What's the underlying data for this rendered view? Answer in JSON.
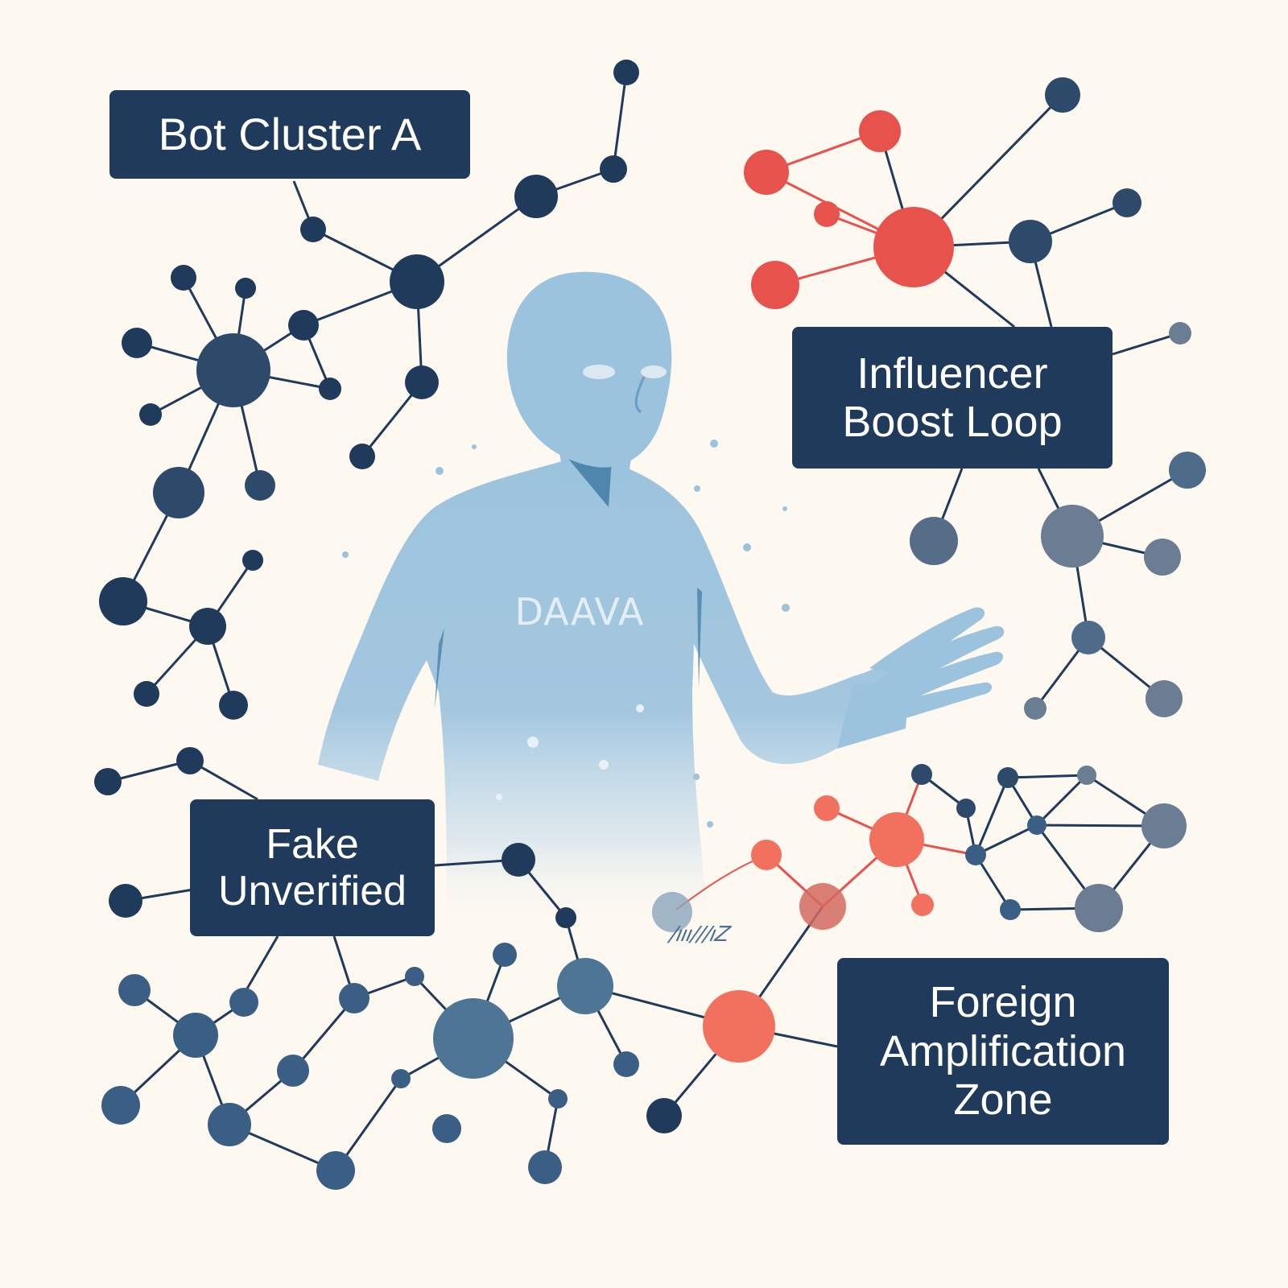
{
  "labels": {
    "bot_cluster": [
      "Bot Cluster A"
    ],
    "influencer": [
      "Influencer",
      "Boost Loop"
    ],
    "fake": [
      "Fake",
      "Unverified"
    ],
    "foreign": [
      "Foreign",
      "Amplification",
      "Zone"
    ]
  },
  "figure": {
    "badge_text": "DAAVA",
    "scribble_text": "/ııı///ıZ"
  },
  "colors": {
    "background": "#fdf8f0",
    "label_box": "#1f3a5b",
    "navy_node": "#1f3a5b",
    "slate_node": "#6a7d93",
    "red_node": "#e8524c",
    "coral_node": "#f2715e",
    "figure_fill": "#9cc3dd"
  }
}
